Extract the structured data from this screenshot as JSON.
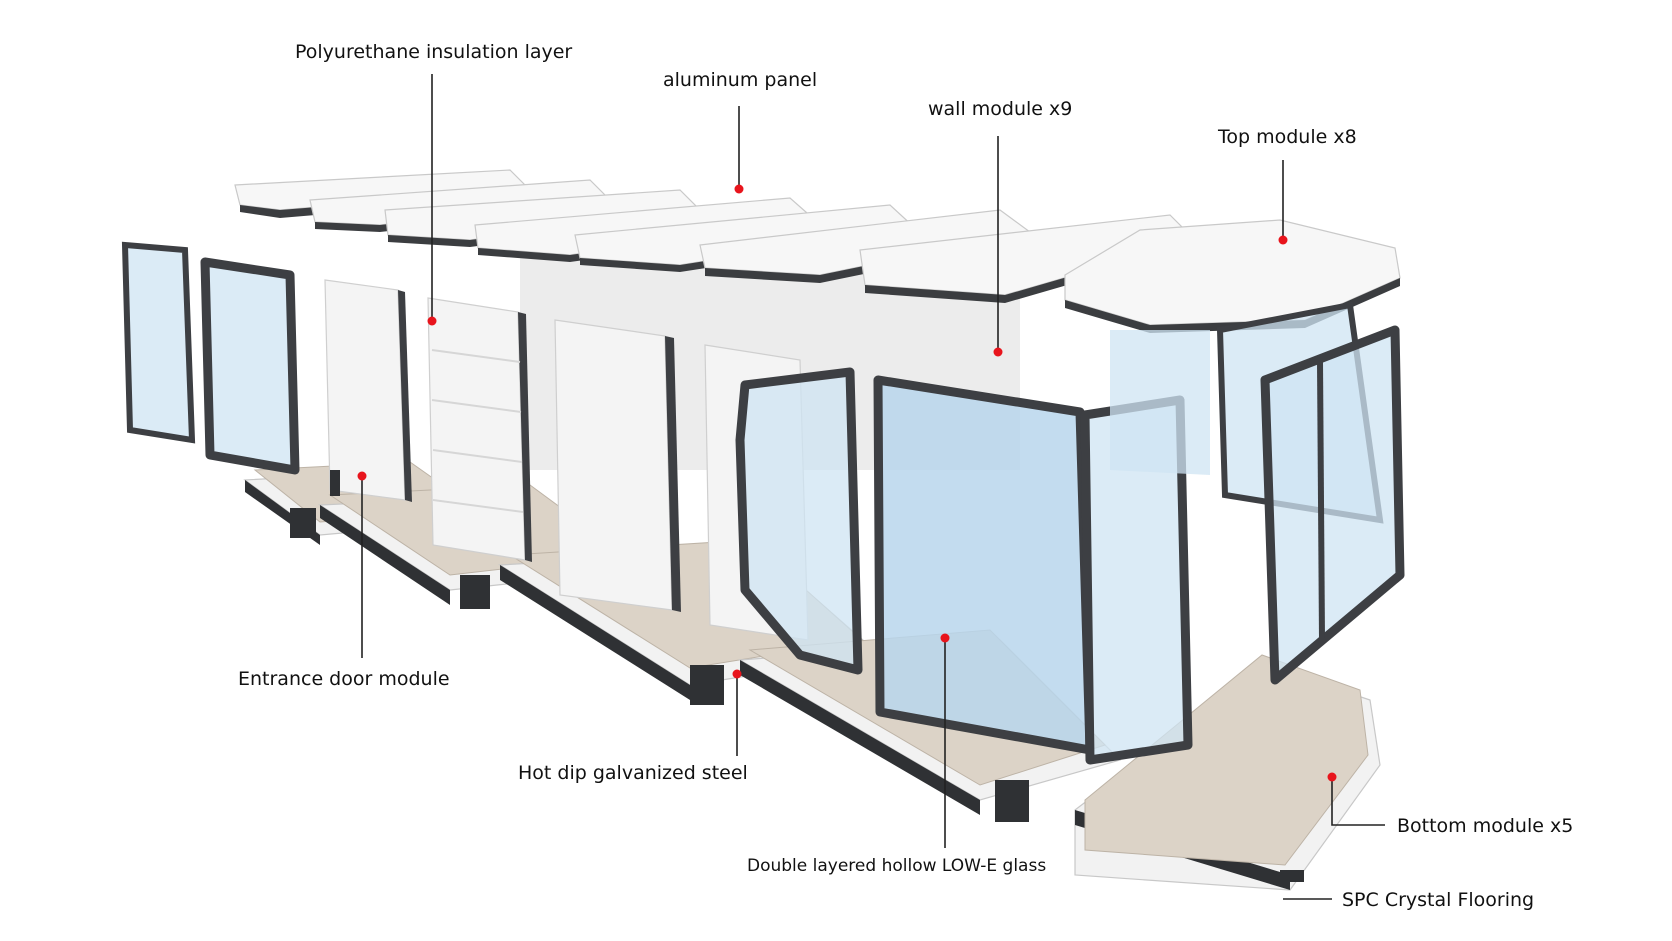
{
  "labels": {
    "polyurethane": "Polyurethane insulation layer",
    "aluminum": "aluminum panel",
    "wall": "wall module x9",
    "top": "Top module x8",
    "entrance": "Entrance door module",
    "steel": "Hot dip galvanized steel",
    "glass": "Double layered hollow LOW-E glass",
    "bottom": "Bottom module x5",
    "flooring": "SPC Crystal Flooring"
  },
  "colors": {
    "callout_dot": "#e8141c",
    "frame": "#3d3f43",
    "glass": "#cfe4f3",
    "floor": "#dcd3c7",
    "panel": "#f4f4f4"
  }
}
